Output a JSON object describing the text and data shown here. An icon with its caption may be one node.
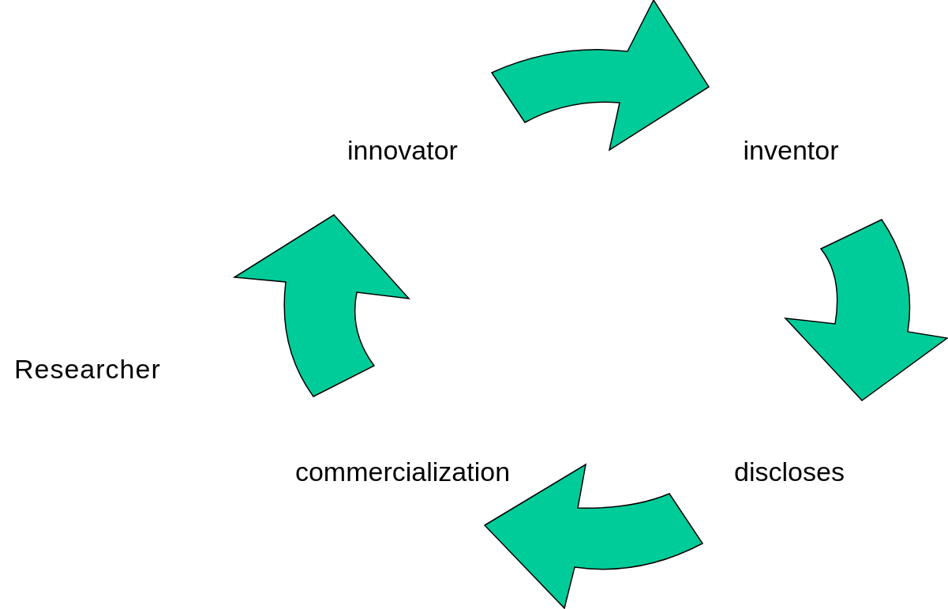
{
  "diagram": {
    "nodes": [
      {
        "text": [
          "innovator"
        ]
      },
      {
        "text": [
          "inventor"
        ]
      },
      {
        "text": [
          "discloses"
        ]
      },
      {
        "text": [
          "commercialization"
        ]
      }
    ],
    "edges": [
      {
        "from": 0,
        "to": 1,
        "arrow": "to"
      },
      {
        "from": 1,
        "to": 2,
        "arrow": "to"
      },
      {
        "from": 2,
        "to": 3,
        "arrow": "to"
      },
      {
        "from": 3,
        "to": 0,
        "arrow": "to"
      }
    ],
    "labels": [
      "Researcher"
    ]
  }
}
